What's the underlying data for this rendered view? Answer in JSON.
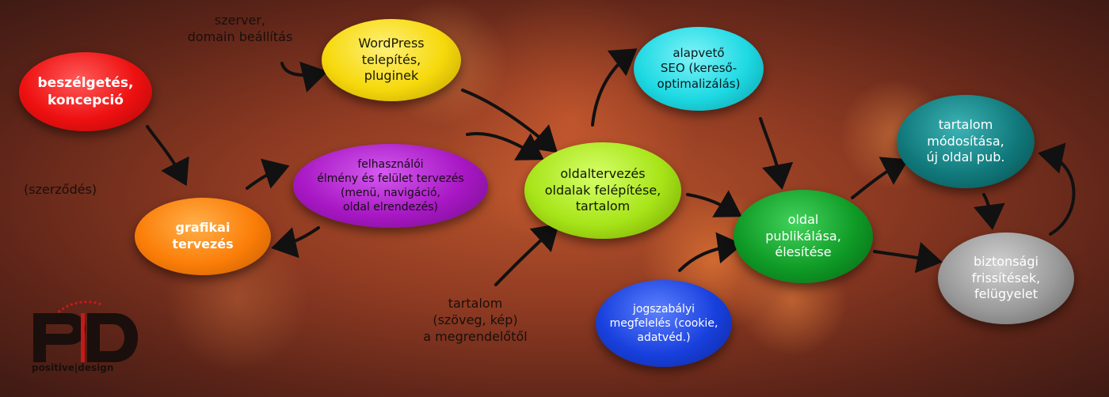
{
  "nodes": {
    "beszelgetes": {
      "text": "beszélgetés,\nkoncepció",
      "color": "#ee1010"
    },
    "grafikai": {
      "text": "grafikai\ntervezés",
      "color": "#fb7e08"
    },
    "ux": {
      "text": "felhasználói\nélmény és felület tervezés\n(menü, navigáció,\noldal elrendezés)",
      "color": "#a817c4"
    },
    "wordpress": {
      "text": "WordPress\ntelepítés,\npluginek",
      "color": "#f6d90c"
    },
    "oldaltervezes": {
      "text": "oldaltervezés\noldalak felépítése,\ntartalom",
      "color": "#a7e418"
    },
    "seo": {
      "text": "alapvető\nSEO (kereső-\noptimalizálás)",
      "color": "#1ed9e3"
    },
    "publikalas": {
      "text": "oldal\npublikálása,\nélesítése",
      "color": "#0f9a26"
    },
    "jogszabalyi": {
      "text": "jogszabályi\nmegfelelés (cookie,\nadatvéd.)",
      "color": "#1840dd"
    },
    "tartalom_mod": {
      "text": "tartalom\nmódosítása,\núj oldal pub.",
      "color": "#11797b"
    },
    "biztonsagi": {
      "text": "biztonsági\nfrissítések,\nfelügyelet",
      "color": "#9a9a9a"
    }
  },
  "annotations": {
    "szerver": "szerver,\ndomain beállítás",
    "szerzodes": "(szerződés)",
    "tartalom_forras": "tartalom\n(szöveg, kép)\na megrendelőtől"
  },
  "logo": {
    "letters": "PD",
    "text": "positive|design"
  }
}
